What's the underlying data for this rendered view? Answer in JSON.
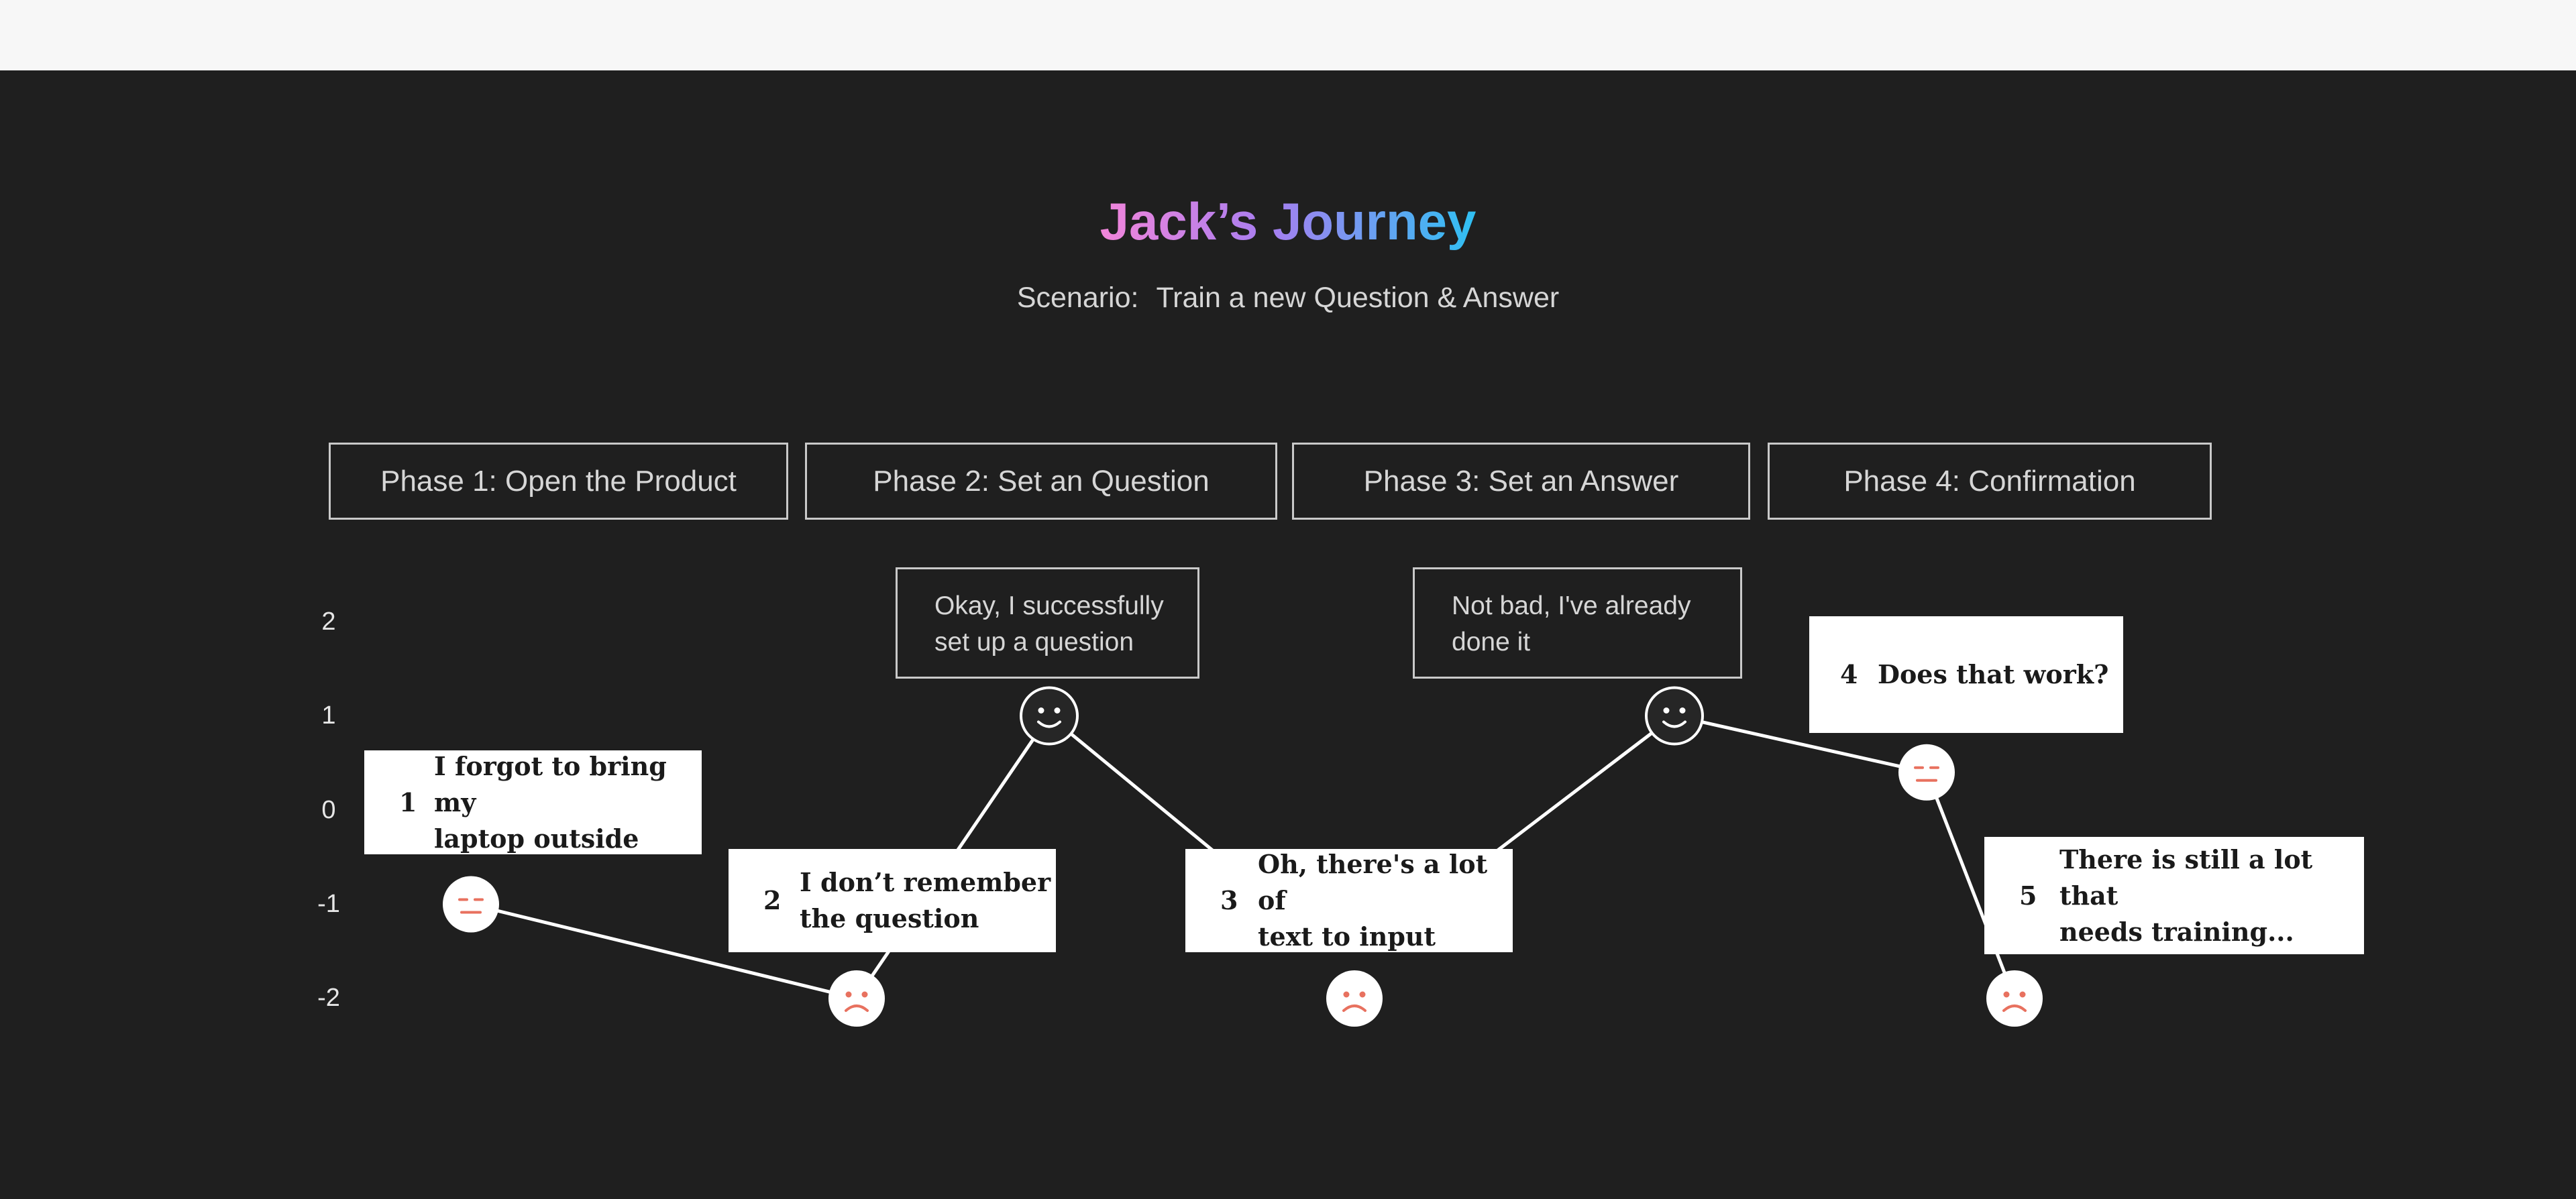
{
  "title": "Jack’s Journey",
  "scenario": {
    "label": "Scenario:",
    "text": "Train a new Question & Answer"
  },
  "phases": [
    "Phase 1: Open the Product",
    "Phase 2: Set an Question",
    "Phase 3: Set an Answer",
    "Phase 4: Confirmation"
  ],
  "y_axis": [
    "2",
    "1",
    "0",
    "-1",
    "-2"
  ],
  "chart_data": {
    "type": "line",
    "ylim": [
      -2,
      2
    ],
    "y_ticks": [
      2,
      1,
      0,
      -1,
      -2
    ],
    "points": [
      {
        "y": -1,
        "mood": "neutral"
      },
      {
        "y": -2,
        "mood": "sad"
      },
      {
        "y": 1,
        "mood": "happy"
      },
      {
        "y": -2,
        "mood": "sad"
      },
      {
        "y": 1,
        "mood": "happy"
      },
      {
        "y": 0.4,
        "mood": "neutral"
      },
      {
        "y": -2,
        "mood": "sad"
      }
    ]
  },
  "pain_points": [
    {
      "num": "1",
      "line1": "I forgot to bring my",
      "line2": "laptop outside"
    },
    {
      "num": "2",
      "line1": "I don’t remember",
      "line2": "the question"
    },
    {
      "num": "3",
      "line1": "Oh, there's a lot of",
      "line2": "text to input"
    },
    {
      "num": "4",
      "line1": "Does that work?",
      "line2": ""
    },
    {
      "num": "5",
      "line1": "There is still a lot that",
      "line2": "needs training..."
    }
  ],
  "thoughts": [
    {
      "line1": "Okay, I successfully",
      "line2": "set up a question"
    },
    {
      "line1": "Not bad, I've already",
      "line2": "done it"
    }
  ],
  "colors": {
    "background": "#1f1f1f",
    "sad_face": "#e8715f",
    "line": "#ffffff",
    "happy_face_fill": "#262626"
  }
}
